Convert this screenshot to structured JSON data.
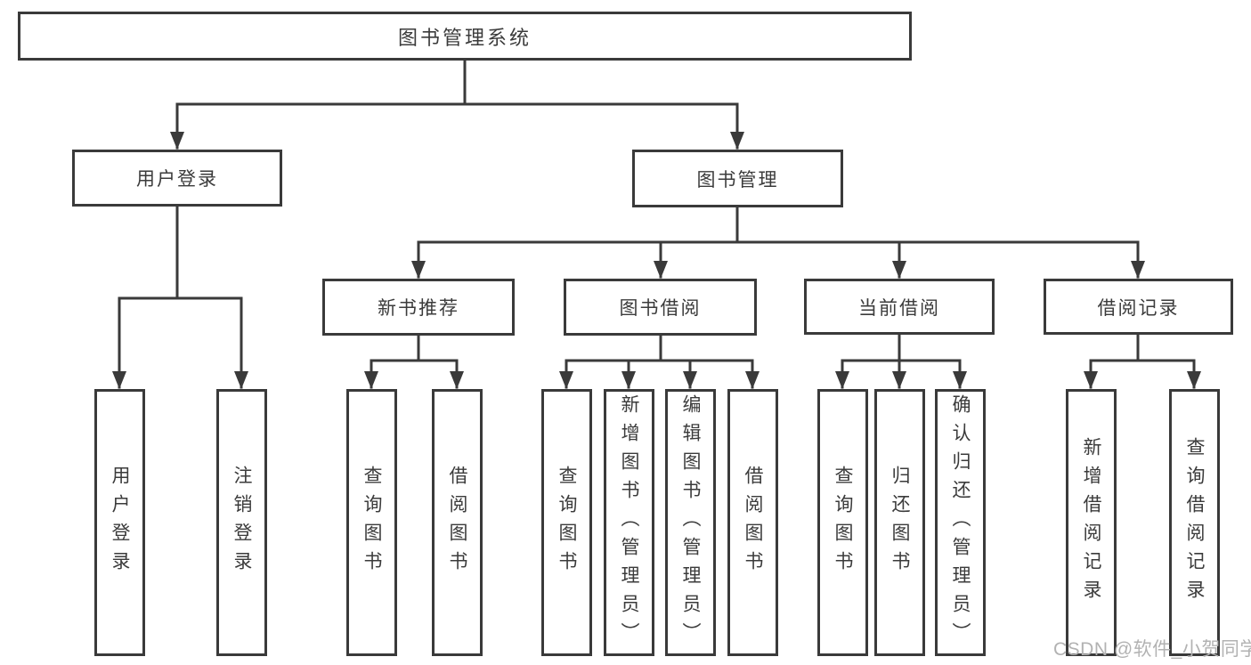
{
  "diagram": {
    "root": {
      "label": "图书管理系统"
    },
    "branches": [
      {
        "label": "用户登录",
        "children": [
          {
            "label": "用户登录"
          },
          {
            "label": "注销登录"
          }
        ]
      },
      {
        "label": "图书管理",
        "groups": [
          {
            "label": "新书推荐",
            "children": [
              {
                "label": "查询图书"
              },
              {
                "label": "借阅图书"
              }
            ]
          },
          {
            "label": "图书借阅",
            "children": [
              {
                "label": "查询图书"
              },
              {
                "label": "新增图书（管理员）"
              },
              {
                "label": "编辑图书（管理员）"
              },
              {
                "label": "借阅图书"
              }
            ]
          },
          {
            "label": "当前借阅",
            "children": [
              {
                "label": "查询图书"
              },
              {
                "label": "归还图书"
              },
              {
                "label": "确认归还（管理员）"
              }
            ]
          },
          {
            "label": "借阅记录",
            "children": [
              {
                "label": "新增借阅记录"
              },
              {
                "label": "查询借阅记录"
              }
            ]
          }
        ]
      }
    ]
  },
  "watermark": {
    "text": "CSDN @软件_小贺同学"
  },
  "colors": {
    "line": "#3a3a3a",
    "text": "#3b3b3b",
    "watermark": "#b2b2b2",
    "background": "#ffffff"
  }
}
